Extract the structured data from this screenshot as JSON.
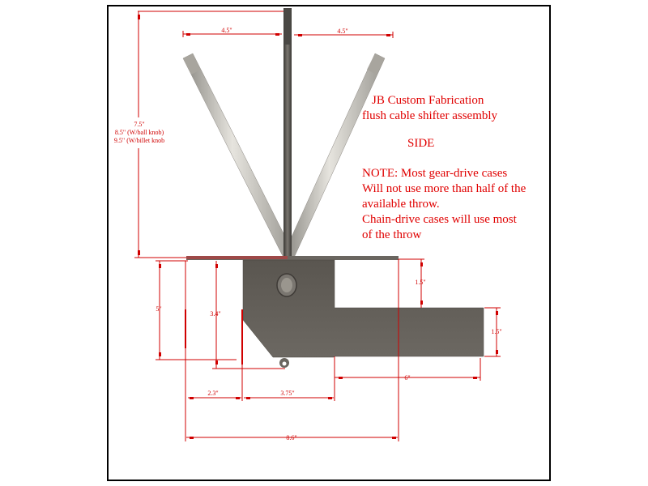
{
  "title": {
    "line1": "JB Custom Fabrication",
    "line2": "flush cable shifter assembly",
    "view": "SIDE"
  },
  "note": {
    "lines": [
      "NOTE: Most gear-drive cases",
      "Will not use more than half of the",
      "available throw.",
      "Chain-drive cases will use most",
      "of the throw"
    ]
  },
  "dimensions": {
    "throw_left": "4.5\"",
    "throw_right": "4.5\"",
    "height_line1": "7.5\"",
    "height_line2": "8.5\" (W/ball knob)",
    "height_line3": "9.5\" (W/billet knob",
    "bracket_height": "5\"",
    "bracket_inner_height": "3.4\"",
    "step_height": "1.5\"",
    "arm_height": "1.5\"",
    "arm_length": "6\"",
    "offset_left": "2.3\"",
    "body_width": "3.75\"",
    "overall_width": "8.6\""
  },
  "colors": {
    "dimension": "#d00000",
    "metal": "#5e5a55",
    "rod": "#c8c6c0"
  }
}
